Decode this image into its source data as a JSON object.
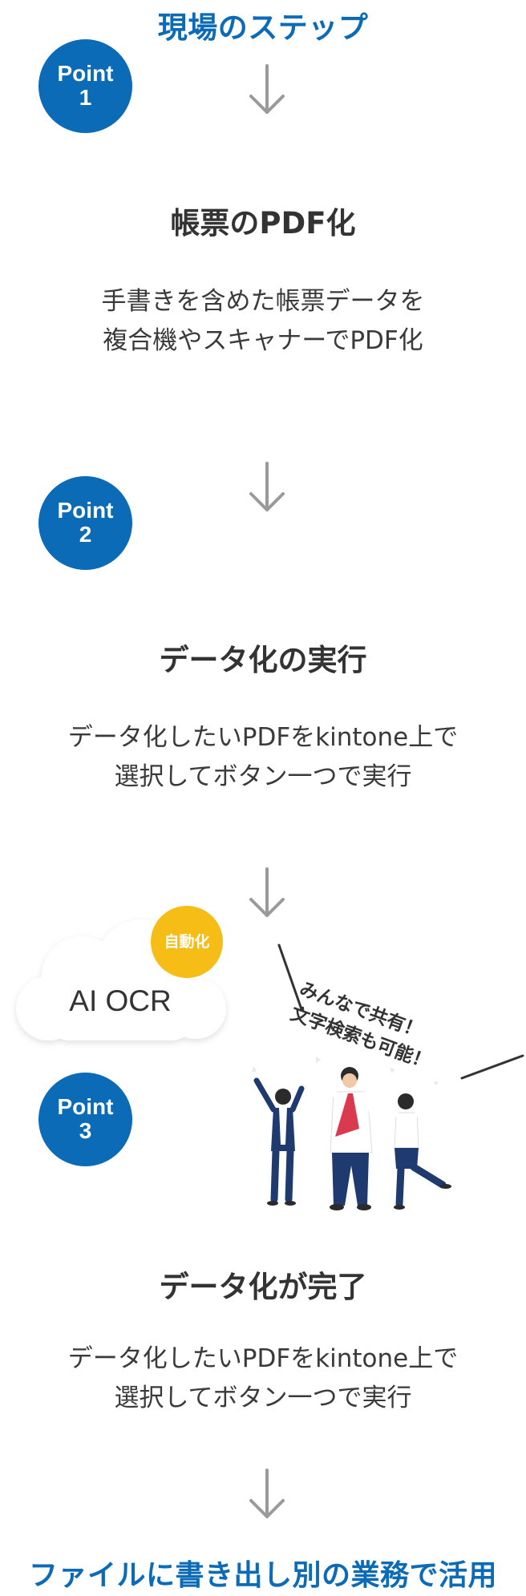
{
  "header": {
    "title": "現場のステップ"
  },
  "points": [
    {
      "word": "Point",
      "number": "1"
    },
    {
      "word": "Point",
      "number": "2"
    },
    {
      "word": "Point",
      "number": "3"
    }
  ],
  "steps": [
    {
      "title": "帳票のPDF化",
      "desc_line1": "手書きを含めた帳票データを",
      "desc_line2": "複合機やスキャナーでPDF化"
    },
    {
      "title": "データ化の実行",
      "desc_line1": "データ化したいPDFをkintone上で",
      "desc_line2": "選択してボタン一つで実行"
    },
    {
      "title": "データ化が完了",
      "desc_line1": "データ化したいPDFをkintone上で",
      "desc_line2": "選択してボタン一つで実行"
    }
  ],
  "illustration": {
    "cloud_label": "AI OCR",
    "auto_badge": "自動化",
    "share_line1": "みんなで共有！",
    "share_line2": "文字検索も可能！"
  },
  "footer": {
    "title": "ファイルに書き出し別の業務で活用"
  },
  "colors": {
    "accent_blue": "#0b6bb7",
    "badge_yellow": "#f6bd16",
    "arrow_gray": "#9a9a9a",
    "text_dark": "#333333"
  }
}
